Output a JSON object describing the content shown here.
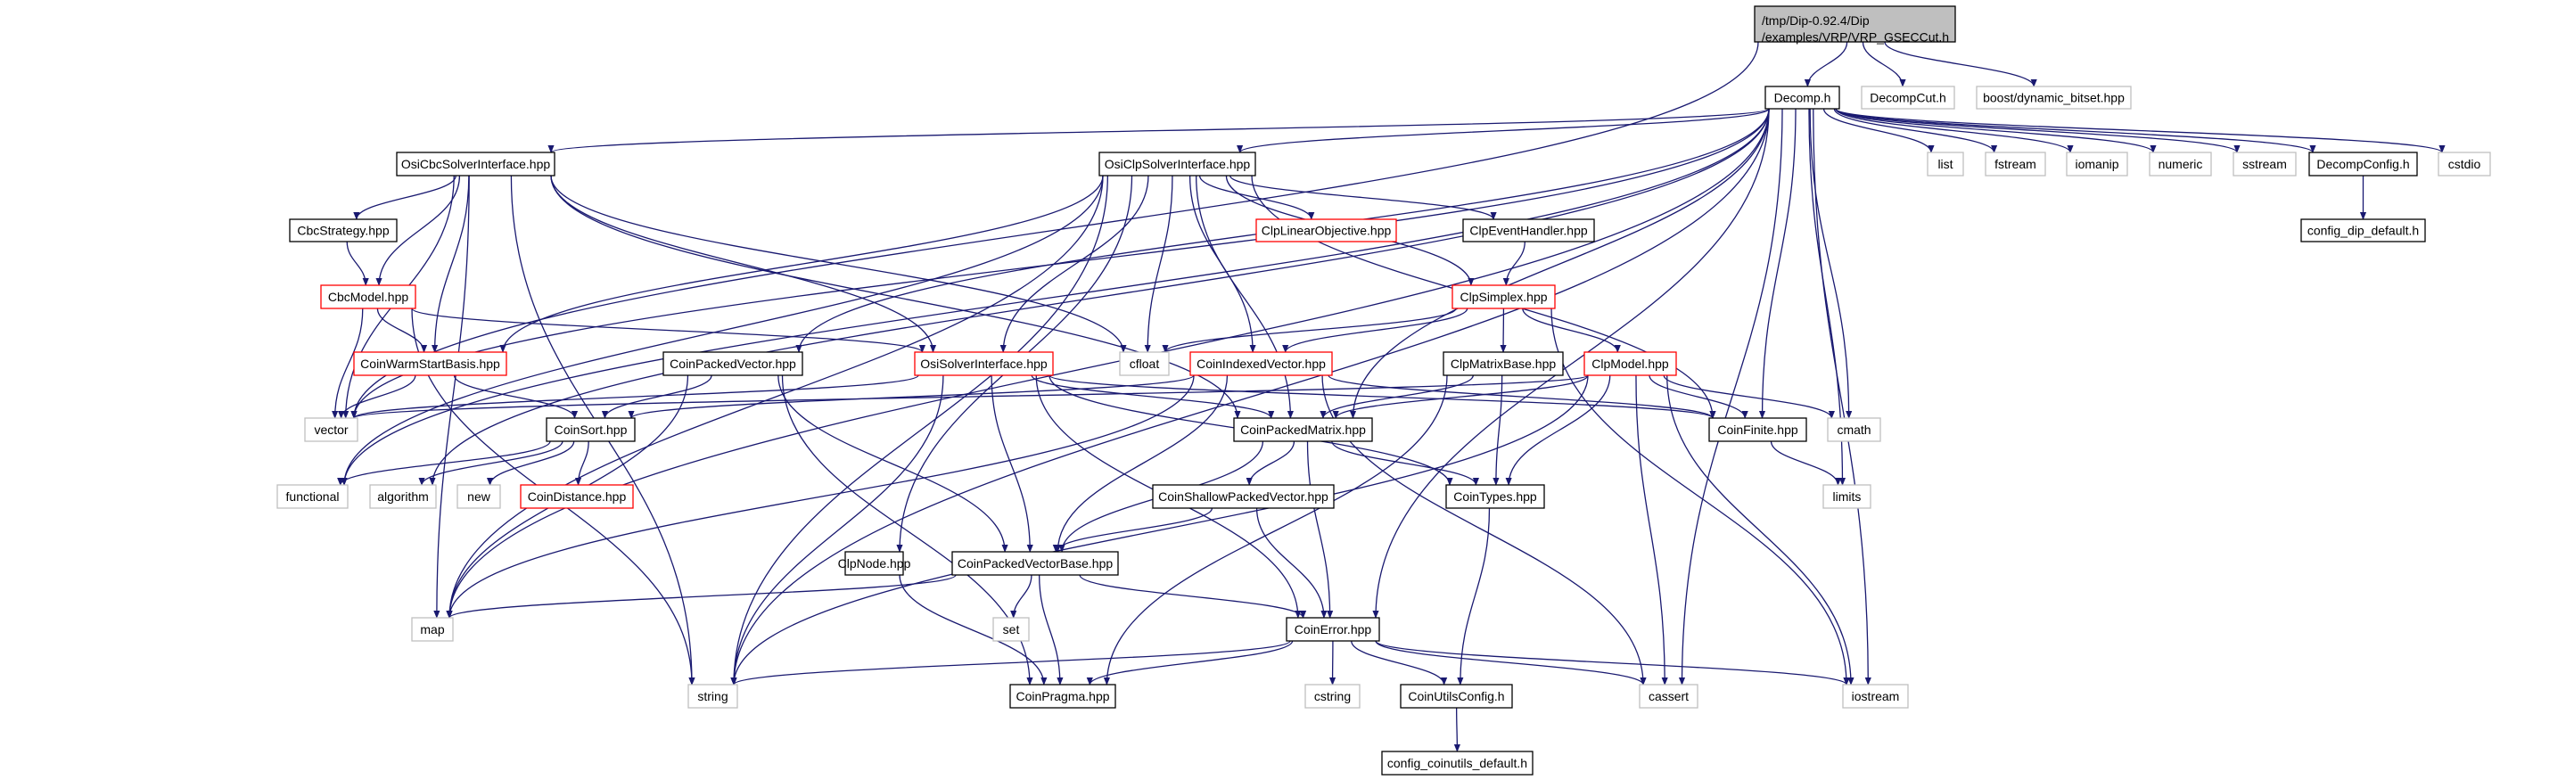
{
  "graph": {
    "edge_color": "#191970",
    "style_colors": {
      "root": {
        "fill": "#bfbfbf",
        "stroke": "#000000"
      },
      "documented": {
        "fill": "#ffffff",
        "stroke": "#000000"
      },
      "truncated": {
        "fill": "#ffffff",
        "stroke": "#ff0000"
      },
      "system": {
        "fill": "#ffffff",
        "stroke": "#bfbfbf"
      }
    },
    "nodes": [
      {
        "id": "root",
        "lines": [
          "/tmp/Dip-0.92.4/Dip",
          "/examples/VRP/VRP_GSECCut.h"
        ],
        "style": "root"
      },
      {
        "id": "decomp",
        "lines": [
          "Decomp.h"
        ],
        "style": "documented"
      },
      {
        "id": "decompcut",
        "lines": [
          "DecompCut.h"
        ],
        "style": "system"
      },
      {
        "id": "boost",
        "lines": [
          "boost/dynamic_bitset.hpp"
        ],
        "style": "system"
      },
      {
        "id": "list",
        "lines": [
          "list"
        ],
        "style": "system"
      },
      {
        "id": "fstream",
        "lines": [
          "fstream"
        ],
        "style": "system"
      },
      {
        "id": "iomanip",
        "lines": [
          "iomanip"
        ],
        "style": "system"
      },
      {
        "id": "numeric",
        "lines": [
          "numeric"
        ],
        "style": "system"
      },
      {
        "id": "sstream",
        "lines": [
          "sstream"
        ],
        "style": "system"
      },
      {
        "id": "decompconfig",
        "lines": [
          "DecompConfig.h"
        ],
        "style": "documented"
      },
      {
        "id": "cstdio",
        "lines": [
          "cstdio"
        ],
        "style": "system"
      },
      {
        "id": "configdip",
        "lines": [
          "config_dip_default.h"
        ],
        "style": "documented"
      },
      {
        "id": "osicbc",
        "lines": [
          "OsiCbcSolverInterface.hpp"
        ],
        "style": "documented"
      },
      {
        "id": "osiclp",
        "lines": [
          "OsiClpSolverInterface.hpp"
        ],
        "style": "documented"
      },
      {
        "id": "cbcstrategy",
        "lines": [
          "CbcStrategy.hpp"
        ],
        "style": "documented"
      },
      {
        "id": "cbcmodel",
        "lines": [
          "CbcModel.hpp"
        ],
        "style": "truncated"
      },
      {
        "id": "warmstart",
        "lines": [
          "CoinWarmStartBasis.hpp"
        ],
        "style": "truncated"
      },
      {
        "id": "packedvector",
        "lines": [
          "CoinPackedVector.hpp"
        ],
        "style": "documented"
      },
      {
        "id": "clplinear",
        "lines": [
          "ClpLinearObjective.hpp"
        ],
        "style": "truncated"
      },
      {
        "id": "clpevent",
        "lines": [
          "ClpEventHandler.hpp"
        ],
        "style": "documented"
      },
      {
        "id": "clpsimplex",
        "lines": [
          "ClpSimplex.hpp"
        ],
        "style": "truncated"
      },
      {
        "id": "osisolver",
        "lines": [
          "OsiSolverInterface.hpp"
        ],
        "style": "truncated"
      },
      {
        "id": "cfloat",
        "lines": [
          "cfloat"
        ],
        "style": "system"
      },
      {
        "id": "indexedvector",
        "lines": [
          "CoinIndexedVector.hpp"
        ],
        "style": "truncated"
      },
      {
        "id": "clpmatrixbase",
        "lines": [
          "ClpMatrixBase.hpp"
        ],
        "style": "documented"
      },
      {
        "id": "clpmodel",
        "lines": [
          "ClpModel.hpp"
        ],
        "style": "truncated"
      },
      {
        "id": "vector",
        "lines": [
          "vector"
        ],
        "style": "system"
      },
      {
        "id": "coinsort",
        "lines": [
          "CoinSort.hpp"
        ],
        "style": "documented"
      },
      {
        "id": "packedmatrix",
        "lines": [
          "CoinPackedMatrix.hpp"
        ],
        "style": "documented"
      },
      {
        "id": "coinfinite",
        "lines": [
          "CoinFinite.hpp"
        ],
        "style": "documented"
      },
      {
        "id": "cmath",
        "lines": [
          "cmath"
        ],
        "style": "system"
      },
      {
        "id": "functional",
        "lines": [
          "functional"
        ],
        "style": "system"
      },
      {
        "id": "algorithm",
        "lines": [
          "algorithm"
        ],
        "style": "system"
      },
      {
        "id": "new",
        "lines": [
          "new"
        ],
        "style": "system"
      },
      {
        "id": "coindistance",
        "lines": [
          "CoinDistance.hpp"
        ],
        "style": "truncated"
      },
      {
        "id": "shallow",
        "lines": [
          "CoinShallowPackedVector.hpp"
        ],
        "style": "documented"
      },
      {
        "id": "cointypes",
        "lines": [
          "CoinTypes.hpp"
        ],
        "style": "documented"
      },
      {
        "id": "limits",
        "lines": [
          "limits"
        ],
        "style": "system"
      },
      {
        "id": "clpnode",
        "lines": [
          "ClpNode.hpp"
        ],
        "style": "documented"
      },
      {
        "id": "pvbase",
        "lines": [
          "CoinPackedVectorBase.hpp"
        ],
        "style": "documented"
      },
      {
        "id": "map",
        "lines": [
          "map"
        ],
        "style": "system"
      },
      {
        "id": "set",
        "lines": [
          "set"
        ],
        "style": "system"
      },
      {
        "id": "coinerror",
        "lines": [
          "CoinError.hpp"
        ],
        "style": "documented"
      },
      {
        "id": "string",
        "lines": [
          "string"
        ],
        "style": "system"
      },
      {
        "id": "coinpragma",
        "lines": [
          "CoinPragma.hpp"
        ],
        "style": "documented"
      },
      {
        "id": "cstring",
        "lines": [
          "cstring"
        ],
        "style": "system"
      },
      {
        "id": "utilsconfig",
        "lines": [
          "CoinUtilsConfig.h"
        ],
        "style": "documented"
      },
      {
        "id": "cassert",
        "lines": [
          "cassert"
        ],
        "style": "system"
      },
      {
        "id": "iostream",
        "lines": [
          "iostream"
        ],
        "style": "system"
      },
      {
        "id": "configcoin",
        "lines": [
          "config_coinutils_default.h"
        ],
        "style": "documented"
      }
    ],
    "edges": [
      [
        "root",
        "decomp"
      ],
      [
        "root",
        "decompcut"
      ],
      [
        "root",
        "boost"
      ],
      [
        "root",
        "vector"
      ],
      [
        "decomp",
        "osicbc"
      ],
      [
        "decomp",
        "osiclp"
      ],
      [
        "decomp",
        "list"
      ],
      [
        "decomp",
        "fstream"
      ],
      [
        "decomp",
        "iomanip"
      ],
      [
        "decomp",
        "numeric"
      ],
      [
        "decomp",
        "sstream"
      ],
      [
        "decomp",
        "decompconfig"
      ],
      [
        "decomp",
        "cstdio"
      ],
      [
        "decomp",
        "vector"
      ],
      [
        "decomp",
        "string"
      ],
      [
        "decomp",
        "map"
      ],
      [
        "decomp",
        "functional"
      ],
      [
        "decomp",
        "algorithm"
      ],
      [
        "decomp",
        "coinfinite"
      ],
      [
        "decomp",
        "packedmatrix"
      ],
      [
        "decomp",
        "cmath"
      ],
      [
        "decomp",
        "limits"
      ],
      [
        "decomp",
        "coinerror"
      ],
      [
        "decomp",
        "cassert"
      ],
      [
        "decomp",
        "iostream"
      ],
      [
        "decomp",
        "packedvector"
      ],
      [
        "decompconfig",
        "configdip"
      ],
      [
        "osicbc",
        "cbcstrategy"
      ],
      [
        "osicbc",
        "cbcmodel"
      ],
      [
        "osicbc",
        "warmstart"
      ],
      [
        "osicbc",
        "osisolver"
      ],
      [
        "osicbc",
        "packedmatrix"
      ],
      [
        "osicbc",
        "cfloat"
      ],
      [
        "osicbc",
        "string"
      ],
      [
        "osicbc",
        "map"
      ],
      [
        "osicbc",
        "vector"
      ],
      [
        "cbcstrategy",
        "cbcmodel"
      ],
      [
        "cbcmodel",
        "warmstart"
      ],
      [
        "cbcmodel",
        "osisolver"
      ],
      [
        "cbcmodel",
        "vector"
      ],
      [
        "cbcmodel",
        "string"
      ],
      [
        "warmstart",
        "vector"
      ],
      [
        "warmstart",
        "coinsort"
      ],
      [
        "osiclp",
        "clplinear"
      ],
      [
        "osiclp",
        "clpevent"
      ],
      [
        "osiclp",
        "clpsimplex"
      ],
      [
        "osiclp",
        "osisolver"
      ],
      [
        "osiclp",
        "cfloat"
      ],
      [
        "osiclp",
        "indexedvector"
      ],
      [
        "osiclp",
        "packedmatrix"
      ],
      [
        "osiclp",
        "coinfinite"
      ],
      [
        "osiclp",
        "warmstart"
      ],
      [
        "osiclp",
        "string"
      ],
      [
        "osiclp",
        "clpnode"
      ],
      [
        "osiclp",
        "functional"
      ],
      [
        "osiclp",
        "map"
      ],
      [
        "clpevent",
        "clpsimplex"
      ],
      [
        "clpsimplex",
        "cfloat"
      ],
      [
        "clpsimplex",
        "indexedvector"
      ],
      [
        "clpsimplex",
        "clpmatrixbase"
      ],
      [
        "clpsimplex",
        "clpmodel"
      ],
      [
        "clpsimplex",
        "iostream"
      ],
      [
        "packedvector",
        "coinsort"
      ],
      [
        "packedvector",
        "pvbase"
      ],
      [
        "packedvector",
        "map"
      ],
      [
        "packedvector",
        "coinpragma"
      ],
      [
        "osisolver",
        "vector"
      ],
      [
        "osisolver",
        "string"
      ],
      [
        "osisolver",
        "pvbase"
      ],
      [
        "osisolver",
        "cointypes"
      ],
      [
        "osisolver",
        "coinerror"
      ],
      [
        "osisolver",
        "coinfinite"
      ],
      [
        "osisolver",
        "packedmatrix"
      ],
      [
        "indexedvector",
        "coinsort"
      ],
      [
        "indexedvector",
        "map"
      ],
      [
        "indexedvector",
        "pvbase"
      ],
      [
        "indexedvector",
        "coinfinite"
      ],
      [
        "indexedvector",
        "cassert"
      ],
      [
        "clpmatrixbase",
        "packedmatrix"
      ],
      [
        "clpmatrixbase",
        "cointypes"
      ],
      [
        "clpmatrixbase",
        "coinpragma"
      ],
      [
        "clpmodel",
        "vector"
      ],
      [
        "clpmodel",
        "packedmatrix"
      ],
      [
        "clpmodel",
        "coinfinite"
      ],
      [
        "clpmodel",
        "cmath"
      ],
      [
        "clpmodel",
        "cointypes"
      ],
      [
        "clpmodel",
        "string"
      ],
      [
        "clpmodel",
        "cassert"
      ],
      [
        "clpmodel",
        "iostream"
      ],
      [
        "coinsort",
        "functional"
      ],
      [
        "coinsort",
        "algorithm"
      ],
      [
        "coinsort",
        "new"
      ],
      [
        "coinsort",
        "coindistance"
      ],
      [
        "packedmatrix",
        "shallow"
      ],
      [
        "packedmatrix",
        "cointypes"
      ],
      [
        "packedmatrix",
        "coinerror"
      ],
      [
        "packedmatrix",
        "pvbase"
      ],
      [
        "shallow",
        "pvbase"
      ],
      [
        "shallow",
        "coinerror"
      ],
      [
        "cointypes",
        "utilsconfig"
      ],
      [
        "coinfinite",
        "limits"
      ],
      [
        "clpnode",
        "coinpragma"
      ],
      [
        "pvbase",
        "map"
      ],
      [
        "pvbase",
        "set"
      ],
      [
        "pvbase",
        "coinpragma"
      ],
      [
        "pvbase",
        "coinerror"
      ],
      [
        "coinerror",
        "string"
      ],
      [
        "coinerror",
        "coinpragma"
      ],
      [
        "coinerror",
        "cstring"
      ],
      [
        "coinerror",
        "utilsconfig"
      ],
      [
        "coinerror",
        "cassert"
      ],
      [
        "coinerror",
        "iostream"
      ],
      [
        "utilsconfig",
        "configcoin"
      ]
    ]
  }
}
